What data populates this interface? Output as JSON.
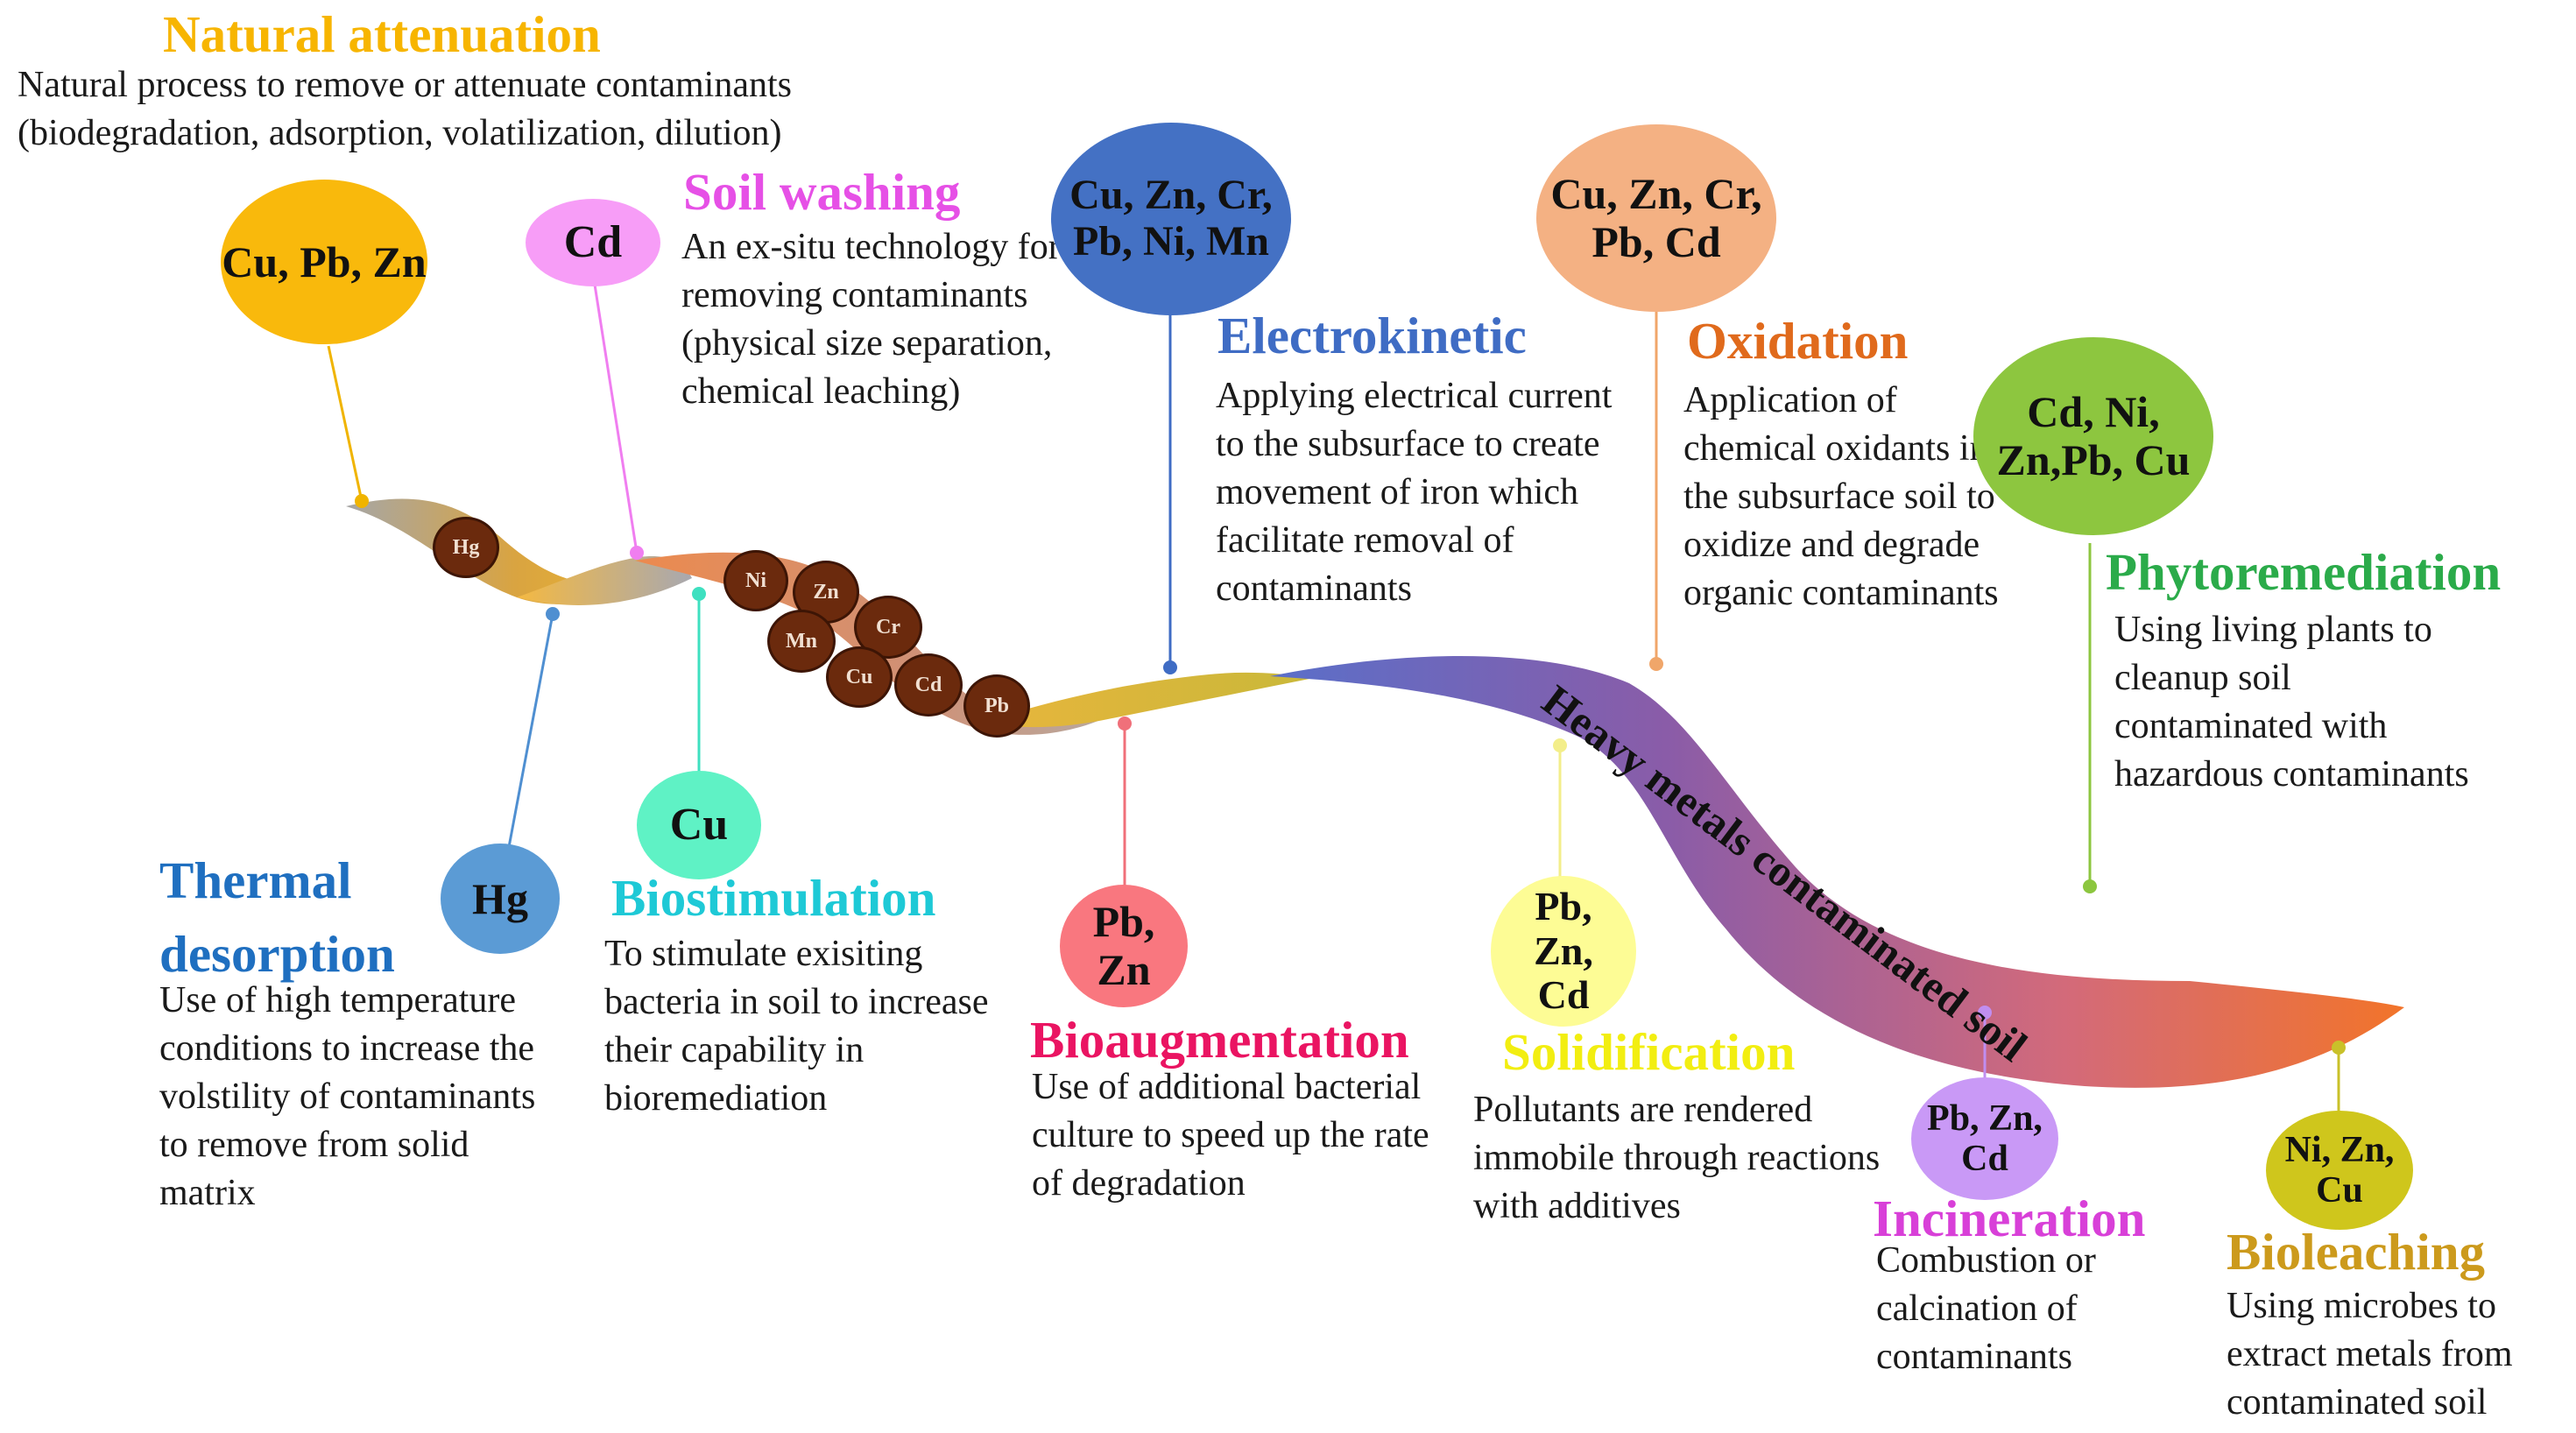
{
  "band_label": "Heavy metals contaminated soil",
  "band_metals": [
    "Hg",
    "Ni",
    "Zn",
    "Cr",
    "Mn",
    "Cu",
    "Cd",
    "Pb"
  ],
  "colors": {
    "natural_attenuation": "#f7b500",
    "soil_washing": "#e650e6",
    "electrokinetic": "#3f6cc4",
    "oxidation": "#e06a1c",
    "phytoremediation": "#2bab4a",
    "thermal_desorption": "#1f6fc0",
    "biostimulation": "#1ec9d6",
    "bioaugmentation": "#ea1462",
    "solidification": "#f2ee11",
    "incineration": "#d840d8",
    "bioleaching": "#cc9a1c"
  },
  "methods": {
    "natural_attenuation": {
      "title": "Natural attenuation",
      "desc": "Natural process to remove or attenuate contaminants (biodegradation, adsorption, volatilization, dilution)",
      "metals": "Cu, Pb, Zn"
    },
    "soil_washing": {
      "title": "Soil washing",
      "desc": "An ex-situ technology for removing contaminants (physical size separation, chemical leaching)",
      "metals": "Cd"
    },
    "electrokinetic": {
      "title": "Electrokinetic",
      "desc": "Applying electrical current to the subsurface to create movement of iron which facilitate removal of contaminants",
      "metals": "Cu, Zn, Cr, Pb, Ni, Mn"
    },
    "oxidation": {
      "title": "Oxidation",
      "desc": "Application of chemical oxidants into the subsurface soil to oxidize and degrade organic contaminants",
      "metals": "Cu, Zn, Cr, Pb, Cd"
    },
    "phytoremediation": {
      "title": "Phytoremediation",
      "desc": "Using living plants to cleanup soil contaminated with hazardous contaminants",
      "metals": "Cd, Ni, Zn,Pb, Cu"
    },
    "thermal_desorption": {
      "title": "Thermal desorption",
      "desc": "Use of high temperature conditions to increase the volstility of contaminants to remove from solid matrix",
      "metals": "Hg"
    },
    "biostimulation": {
      "title": "Biostimulation",
      "desc": "To stimulate exisiting bacteria in soil to increase their capability in bioremediation",
      "metals": "Cu"
    },
    "bioaugmentation": {
      "title": "Bioaugmentation",
      "desc": "Use of additional bacterial culture to speed up the rate of degradation",
      "metals": "Pb, Zn"
    },
    "solidification": {
      "title": "Solidification",
      "desc": "Pollutants are rendered immobile through reactions with additives",
      "metals": "Pb, Zn, Cd"
    },
    "incineration": {
      "title": "Incineration",
      "desc": "Combustion or calcination of contaminants",
      "metals": "Pb, Zn, Cd"
    },
    "bioleaching": {
      "title": "Bioleaching",
      "desc": "Using microbes to extract metals from contaminated soil",
      "metals": "Ni, Zn, Cu"
    }
  }
}
